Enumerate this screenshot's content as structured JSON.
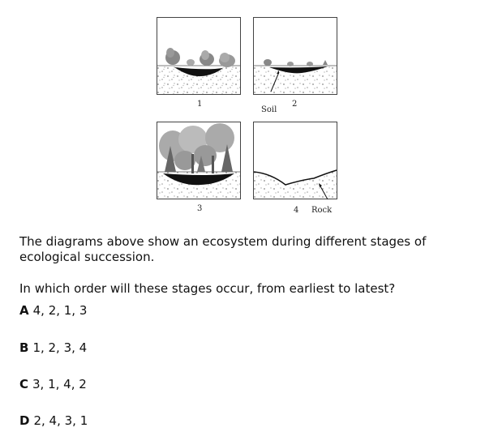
{
  "figure": {
    "panel_numbers": [
      "1",
      "2",
      "3",
      "4"
    ],
    "soil_label": "Soil",
    "rock_label": "Rock"
  },
  "question": {
    "description": "The diagrams above show an ecosystem during different stages of ecological succession.",
    "prompt": "In which order will these stages occur, from earliest to latest?"
  },
  "options": [
    {
      "letter": "A",
      "text": "4, 2, 1, 3"
    },
    {
      "letter": "B",
      "text": "1, 2, 3, 4"
    },
    {
      "letter": "C",
      "text": "3, 1, 4, 2"
    },
    {
      "letter": "D",
      "text": "2, 4, 3, 1"
    }
  ]
}
